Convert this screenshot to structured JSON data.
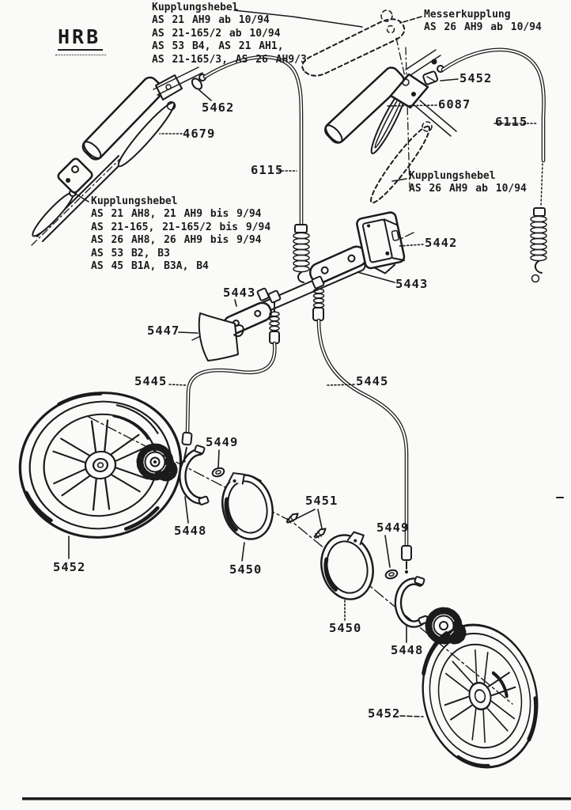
{
  "colors": {
    "ink": "#1b1b1b",
    "paper": "#fafaf8"
  },
  "stamp": "HRB",
  "blocks": {
    "top_left": {
      "lines": [
        "Kupplungshebel",
        "AS 21 AH9 ab 10/94",
        "AS 21-165/2 ab 10/94",
        "AS 53 B4, AS 21 AH1,",
        "AS 21-165/3, AS 26 AH9/3"
      ]
    },
    "top_right": {
      "lines": [
        "Messerkupplung",
        "AS 26 AH9 ab 10/94"
      ]
    },
    "mid_right": {
      "lines": [
        "Kupplungshebel",
        "AS 26 AH9 ab 10/94"
      ]
    },
    "mid_left": {
      "lines": [
        "Kupplungshebel",
        "AS 21 AH8, 21 AH9 bis 9/94",
        "AS 21-165, 21-165/2 bis 9/94",
        "AS 26 AH8, 26 AH9 bis 9/94",
        "AS 53 B2, B3",
        "AS 45 B1A, B3A, B4"
      ]
    }
  },
  "parts": {
    "clip_left": "5462",
    "lever_left": "4679",
    "cable_left": "6115",
    "clip_right": "5452",
    "lever_right": "6087",
    "cable_right": "6115",
    "switch_box": "5442",
    "bracket_right": "5443",
    "bracket_left": "5443",
    "guide_plate": "5447",
    "bowden_left": "5445",
    "bowden_right": "5445",
    "washer_left": "5449",
    "screws": "5451",
    "band_left": "5448",
    "ring_left": "5450",
    "washer_right": "5449",
    "ring_right": "5450",
    "band_right": "5448",
    "wheel_left": "5452",
    "wheel_right": "5452"
  }
}
